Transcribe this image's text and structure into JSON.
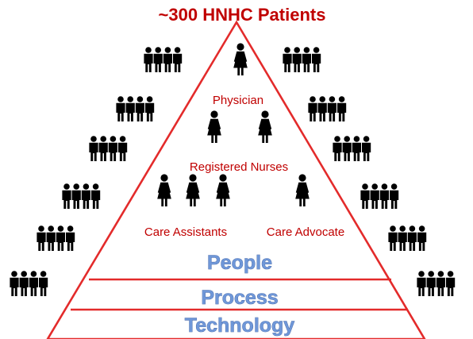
{
  "title": "~300 HNHC Patients",
  "roles": {
    "physician": "Physician",
    "registered_nurses": "Registered Nurses",
    "care_assistants": "Care Assistants",
    "care_advocate": "Care Advocate"
  },
  "layers": [
    "People",
    "Process",
    "Technology"
  ],
  "staff_icon_counts": {
    "physician": 1,
    "registered_nurses": 2,
    "care_assistants": 3,
    "care_advocate": 1
  },
  "patient_groups": {
    "left_count": 6,
    "right_count": 6,
    "figures_per_group": 4
  },
  "colors": {
    "title": "#c00000",
    "triangle_stroke": "#e32b2b",
    "role_text": "#c00000",
    "layer_text": "#6f97d8",
    "figure": "#000000"
  }
}
